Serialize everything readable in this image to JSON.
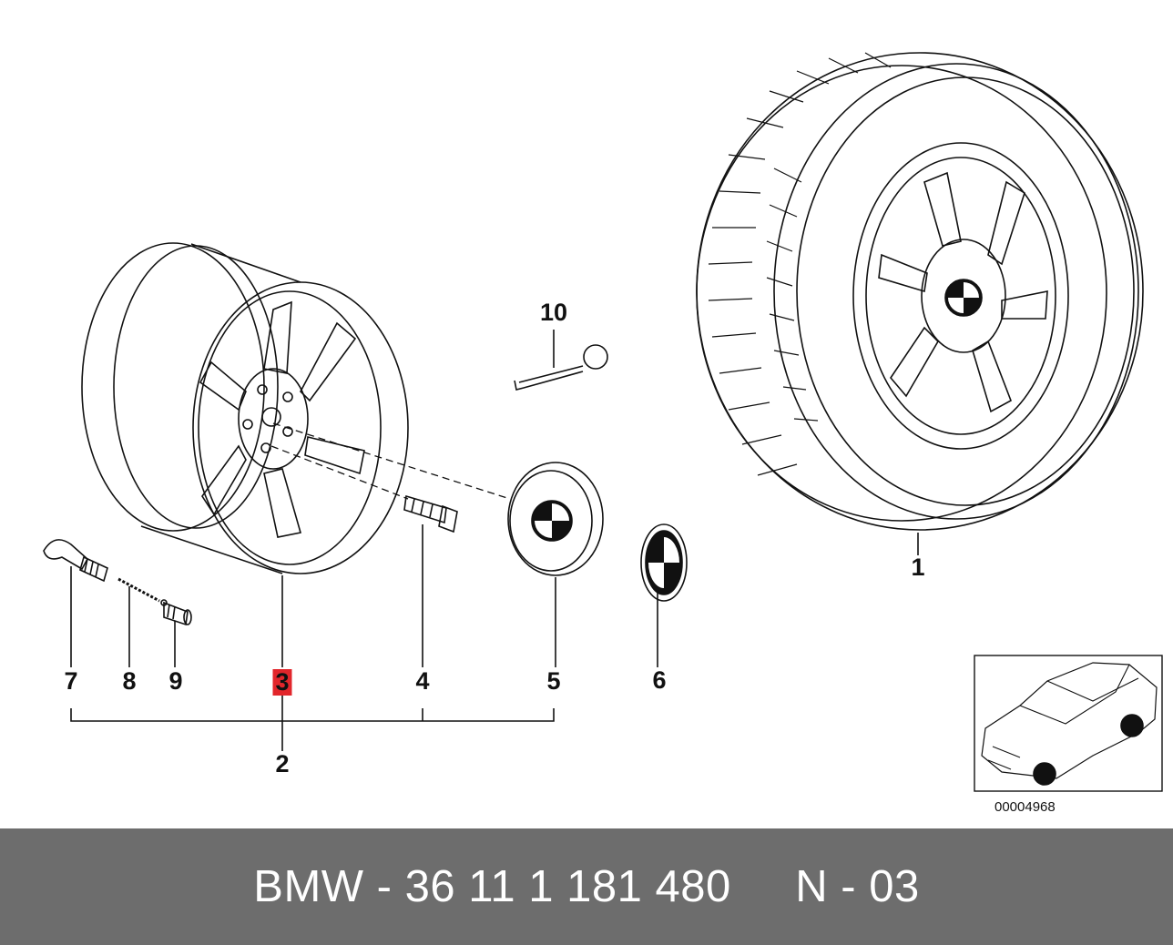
{
  "diagram": {
    "callouts": [
      {
        "id": "1",
        "label": "1",
        "highlighted": false
      },
      {
        "id": "2",
        "label": "2",
        "highlighted": false
      },
      {
        "id": "3",
        "label": "3",
        "highlighted": true
      },
      {
        "id": "4",
        "label": "4",
        "highlighted": false
      },
      {
        "id": "5",
        "label": "5",
        "highlighted": false
      },
      {
        "id": "6",
        "label": "6",
        "highlighted": false
      },
      {
        "id": "7",
        "label": "7",
        "highlighted": false
      },
      {
        "id": "8",
        "label": "8",
        "highlighted": false
      },
      {
        "id": "9",
        "label": "9",
        "highlighted": false
      },
      {
        "id": "10",
        "label": "10",
        "highlighted": false
      }
    ],
    "reference_code": "00004968",
    "highlight_color": "#e2262b"
  },
  "footer": {
    "brand": "BMW",
    "separator": "-",
    "part_number": "36 11 1 181 480",
    "position_code": "N - 03",
    "background_color": "#6d6d6d"
  }
}
